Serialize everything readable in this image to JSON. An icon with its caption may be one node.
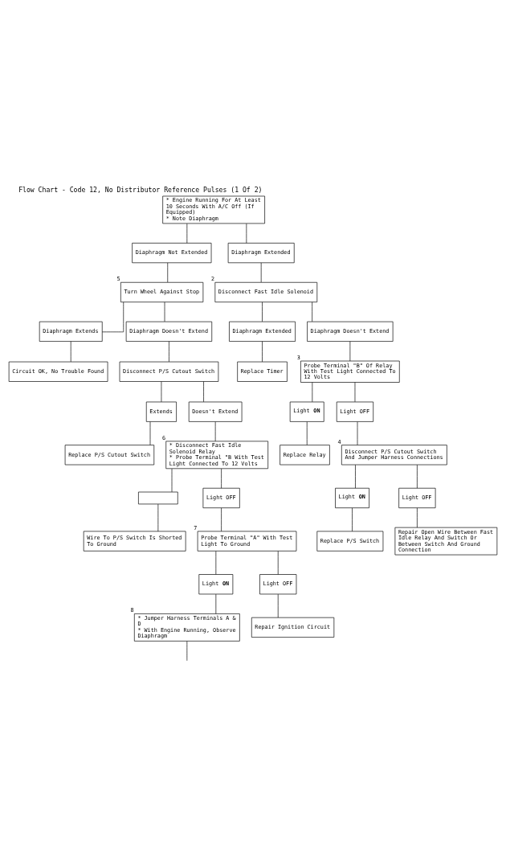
{
  "diagram": {
    "title": "Flow Chart - Code 12, No Distributor Reference Pulses (1 Of 2)",
    "nodes": [
      {
        "text": [
          "* Engine Running For At Least 10 Seconds With A/C Off (If Equipped)",
          "* Note Diaphragm"
        ]
      },
      {
        "text": [
          "Diaphragm Not Extended"
        ]
      },
      {
        "text": [
          "Diaphragm Extended"
        ]
      },
      {
        "text": [
          "Turn Wheel Against Stop"
        ],
        "beside": [
          "5"
        ]
      },
      {
        "text": [
          "Diaphragm Extends"
        ]
      },
      {
        "text": [
          "Circuit OK, No Trouble Found"
        ]
      },
      {
        "text": [
          "Disconnect Fast Idle Solenoid"
        ],
        "beside": [
          "2"
        ]
      },
      {
        "text": [
          "Diaphragm Extended"
        ]
      },
      {
        "text": [
          "Replace Timer"
        ]
      },
      {
        "text": [
          "Diaphragm Doesn't Extend"
        ]
      },
      {
        "text": [
          "Disconnect P/S Cutout Switch"
        ]
      },
      {
        "text": [
          "Extends"
        ]
      },
      {
        "text": [
          "Replace P/S Cutout Switch"
        ]
      },
      {
        "text": [
          "Diaphragm Doesn't Extend"
        ]
      },
      {
        "text": [
          "Probe Terminal \"B\" Of Relay With Test Light Connected To 12 Volts"
        ],
        "beside": [
          "3"
        ]
      },
      {
        "text": [
          "Light **ON**"
        ]
      },
      {
        "text": [
          "Replace Relay"
        ]
      },
      {
        "text": [
          "Doesn't Extend"
        ]
      },
      {
        "text": [
          "Light OFF"
        ]
      },
      {
        "text": [
          "* Disconnect Fast Idle Solenoid Relay",
          "* Probe Terminal \"B With Test Light Connected To 12 Volts"
        ],
        "beside": [
          "6"
        ]
      },
      {
        "text": [],
        "shape": "box"
      },
      {
        "text": [
          "Wire To P/S Switch Is Shorted To Ground"
        ]
      },
      {
        "text": [
          "Disconnect P/S Cutout Switch And Jumper Harness Connections"
        ],
        "beside": [
          "4"
        ]
      },
      {
        "text": [
          "Light **ON**"
        ]
      },
      {
        "text": [
          "Replace P/S Switch"
        ]
      },
      {
        "text": [
          "Light OFF"
        ]
      },
      {
        "text": [
          "Repair Open Wire Between Fast Idle Relay And Switch Or Between Switch And Ground Connection"
        ]
      },
      {
        "text": [
          "Light OFF"
        ]
      },
      {
        "text": [
          "Probe Terminal \"A\" With Test Light To Ground"
        ],
        "beside": [
          "7"
        ]
      },
      {
        "text": [
          "Light **ON**"
        ]
      },
      {
        "text": [
          "Light OFF"
        ]
      },
      {
        "text": [
          "* Jumper Harness Terminals A & D",
          "* With Engine Running, Observe Diaphragm"
        ],
        "beside": [
          "8"
        ]
      },
      {
        "text": [
          "Repair Ignition Circuit"
        ]
      }
    ],
    "edges": [
      {
        "from": 0,
        "to": 1,
        "arrow": "none"
      },
      {
        "from": 0,
        "to": 2,
        "arrow": "none"
      },
      {
        "from": 1,
        "to": 3,
        "arrow": "none"
      },
      {
        "from": 2,
        "to": 6,
        "arrow": "none"
      },
      {
        "from": 3,
        "to": 4,
        "arrow": "none"
      },
      {
        "from": 4,
        "to": 5,
        "arrow": "none"
      },
      {
        "from": 3,
        "to": 9,
        "arrow": "none"
      },
      {
        "from": 6,
        "to": 7,
        "arrow": "none"
      },
      {
        "from": 7,
        "to": 8,
        "arrow": "none"
      },
      {
        "from": 6,
        "to": 13,
        "arrow": "none"
      },
      {
        "from": 9,
        "to": 10,
        "arrow": "none"
      },
      {
        "from": 10,
        "to": 11,
        "arrow": "none"
      },
      {
        "from": 11,
        "to": 12,
        "arrow": "none"
      },
      {
        "from": 10,
        "to": 17,
        "arrow": "none"
      },
      {
        "from": 13,
        "to": 14,
        "arrow": "none"
      },
      {
        "from": 14,
        "to": 15,
        "arrow": "none"
      },
      {
        "from": 15,
        "to": 16,
        "arrow": "none"
      },
      {
        "from": 14,
        "to": 18,
        "arrow": "none"
      },
      {
        "from": 17,
        "to": 19,
        "arrow": "none"
      },
      {
        "from": 18,
        "to": 22,
        "arrow": "none"
      },
      {
        "from": 19,
        "to": 20,
        "arrow": "none"
      },
      {
        "from": 20,
        "to": 21,
        "arrow": "none"
      },
      {
        "from": 19,
        "to": 27,
        "arrow": "none"
      },
      {
        "from": 22,
        "to": 23,
        "arrow": "none"
      },
      {
        "from": 23,
        "to": 24,
        "arrow": "none"
      },
      {
        "from": 22,
        "to": 25,
        "arrow": "none"
      },
      {
        "from": 25,
        "to": 26,
        "arrow": "none"
      },
      {
        "from": 27,
        "to": 28,
        "arrow": "none"
      },
      {
        "from": 28,
        "to": 29,
        "arrow": "none"
      },
      {
        "from": 28,
        "to": 30,
        "arrow": "none"
      },
      {
        "from": 29,
        "to": 31,
        "arrow": "none"
      },
      {
        "from": 30,
        "to": 32,
        "arrow": "none"
      },
      {
        "from": 31,
        "to": null,
        "arrow": "none"
      }
    ]
  }
}
